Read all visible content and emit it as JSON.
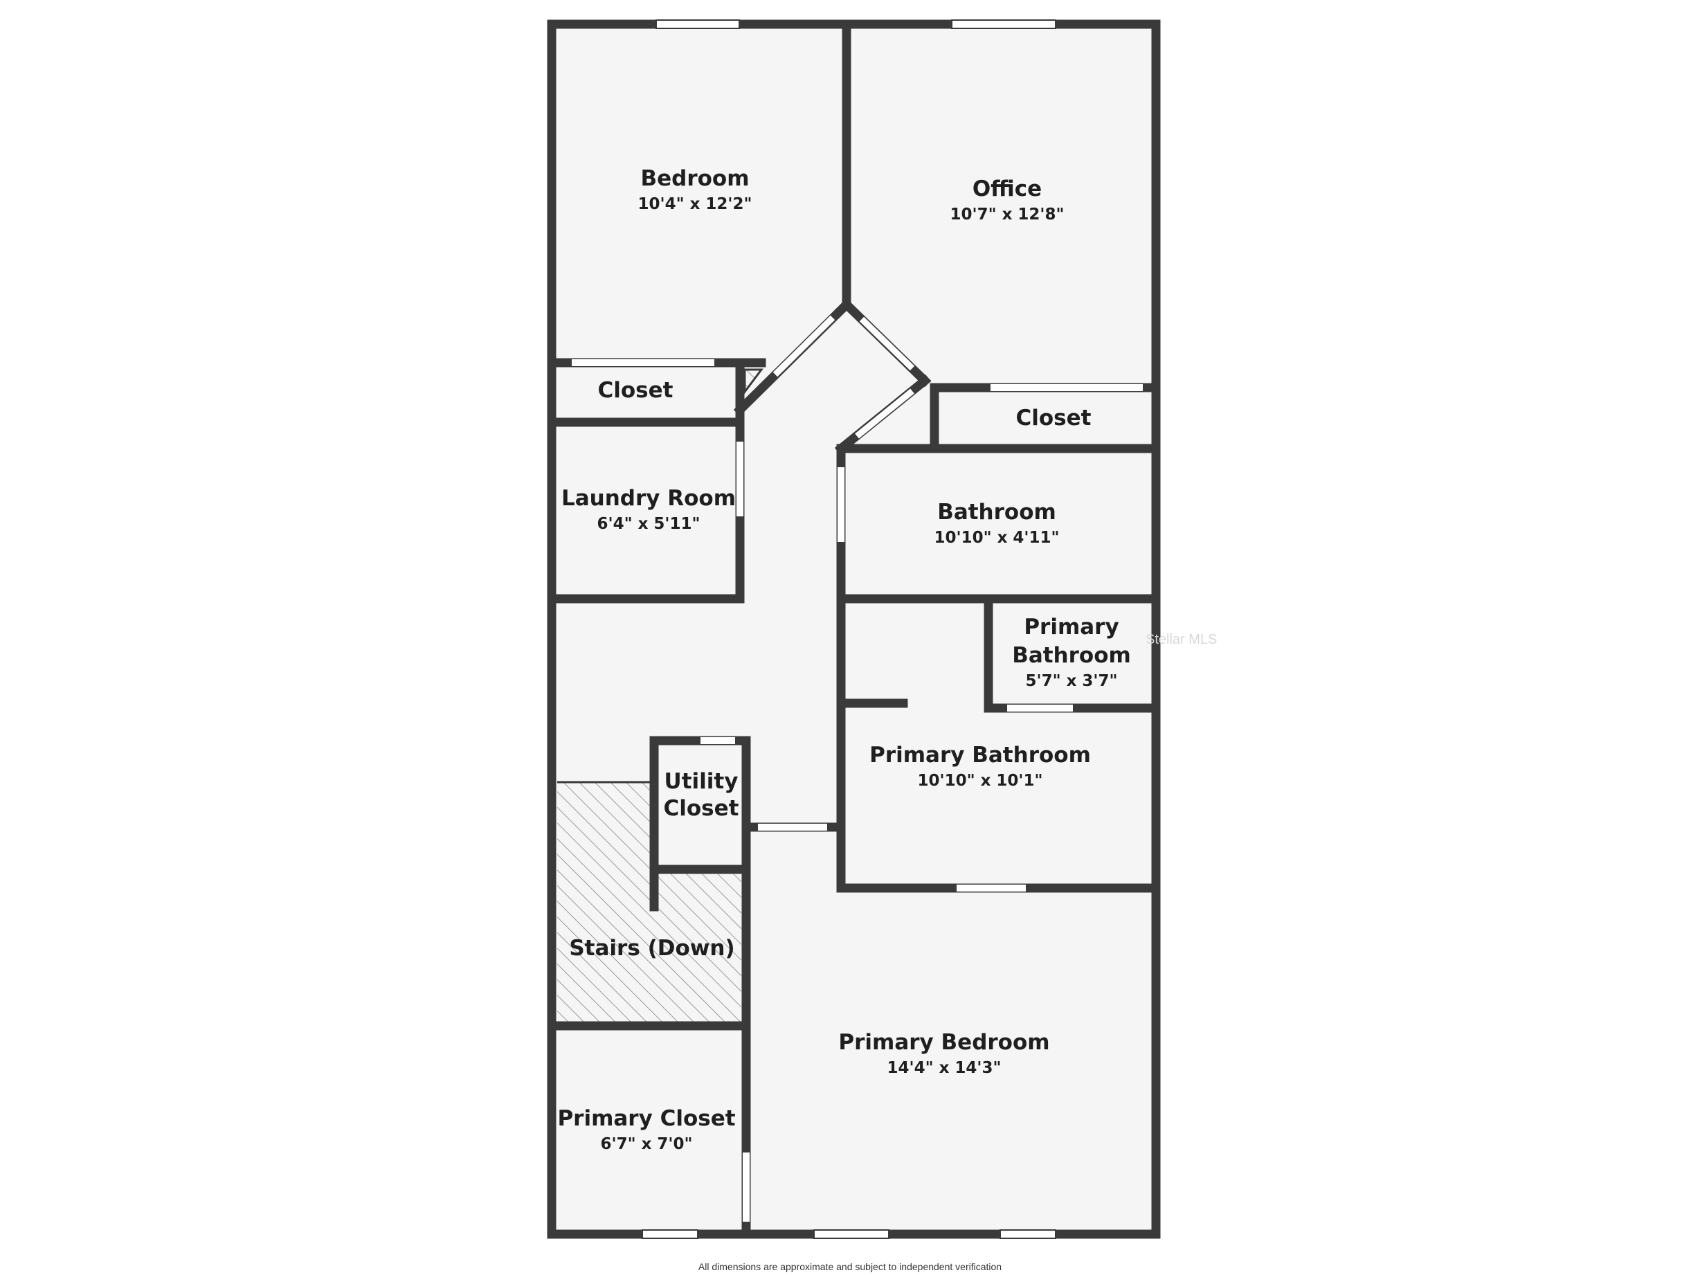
{
  "colors": {
    "wall": "#3a3a3a",
    "floor": "#f5f5f5",
    "opening": "#ffffff",
    "hatch": "#9a9a9a"
  },
  "watermark": "Stellar MLS",
  "disclaimer": "All dimensions are approximate and subject to independent verification",
  "rooms": {
    "bedroom": {
      "name": "Bedroom",
      "dim": "10'4\" x 12'2\""
    },
    "office": {
      "name": "Office",
      "dim": "10'7\" x 12'8\""
    },
    "closet_left": {
      "name": "Closet"
    },
    "closet_right": {
      "name": "Closet"
    },
    "laundry": {
      "name": "Laundry Room",
      "dim": "6'4\" x 5'11\""
    },
    "bathroom": {
      "name": "Bathroom",
      "dim": "10'10\" x 4'11\""
    },
    "primary_bath_small": {
      "name_line1": "Primary",
      "name_line2": "Bathroom",
      "dim": "5'7\" x 3'7\""
    },
    "primary_bath": {
      "name": "Primary Bathroom",
      "dim": "10'10\" x 10'1\""
    },
    "utility": {
      "name_line1": "Utility",
      "name_line2": "Closet"
    },
    "stairs": {
      "name": "Stairs (Down)"
    },
    "primary_closet": {
      "name": "Primary Closet",
      "dim": "6'7\" x 7'0\""
    },
    "primary_bedroom": {
      "name": "Primary Bedroom",
      "dim": "14'4\" x 14'3\""
    }
  }
}
